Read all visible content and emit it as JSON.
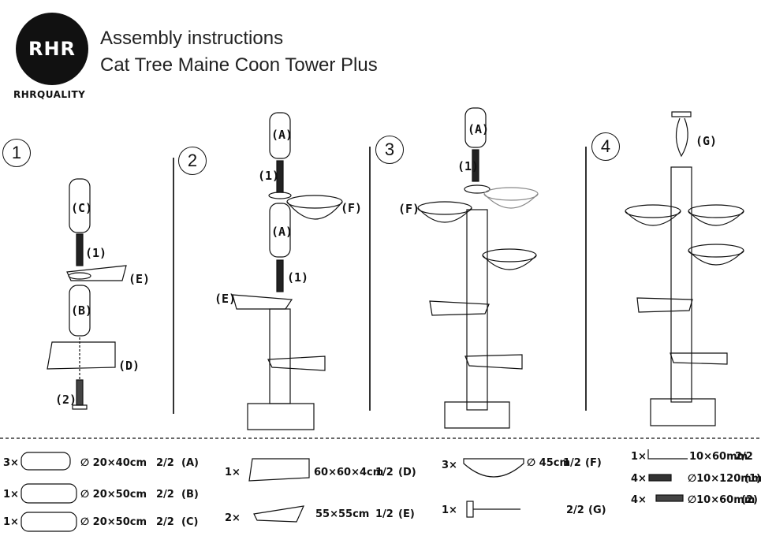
{
  "logo": {
    "text": "RHR",
    "brand": "RHRQUALITY"
  },
  "title": {
    "line1": "Assembly instructions",
    "line2": "Cat Tree Maine Coon Tower Plus"
  },
  "steps": [
    {
      "number": "1",
      "labels": {
        "c": "(C)",
        "one": "(1)",
        "e": "(E)",
        "b": "(B)",
        "d": "(D)",
        "two": "(2)"
      }
    },
    {
      "number": "2",
      "labels": {
        "a": "(A)",
        "one_top": "(1)",
        "f": "(F)",
        "a2": "(A)",
        "one_mid": "(1)",
        "e": "(E)"
      }
    },
    {
      "number": "3",
      "labels": {
        "a": "(A)",
        "one": "(1)",
        "f": "(F)"
      }
    },
    {
      "number": "4",
      "labels": {
        "g": "(G)"
      }
    }
  ],
  "parts": [
    {
      "qty": "3×",
      "dim": "∅ 20×40cm",
      "count": "2/2",
      "id": "(A)"
    },
    {
      "qty": "1×",
      "dim": "∅ 20×50cm",
      "count": "2/2",
      "id": "(B)"
    },
    {
      "qty": "1×",
      "dim": "∅ 20×50cm",
      "count": "2/2",
      "id": "(C)"
    },
    {
      "qty": "1×",
      "dim": "60×60×4cm",
      "count": "1/2",
      "id": "(D)"
    },
    {
      "qty": "2×",
      "dim": "55×55cm",
      "count": "1/2",
      "id": "(E)"
    },
    {
      "qty": "3×",
      "dim": "∅ 45cm",
      "count": "1/2",
      "id": "(F)"
    },
    {
      "qty": "1×",
      "dim": "",
      "count": "2/2",
      "id": "(G)"
    },
    {
      "qty": "1×",
      "dim": "10×60mm",
      "count": "2/2",
      "id": ""
    },
    {
      "qty": "4×",
      "dim": "∅10×120mm",
      "count": "",
      "id": "(1)"
    },
    {
      "qty": "4×",
      "dim": "∅10×60mm",
      "count": "",
      "id": "(2)"
    }
  ]
}
